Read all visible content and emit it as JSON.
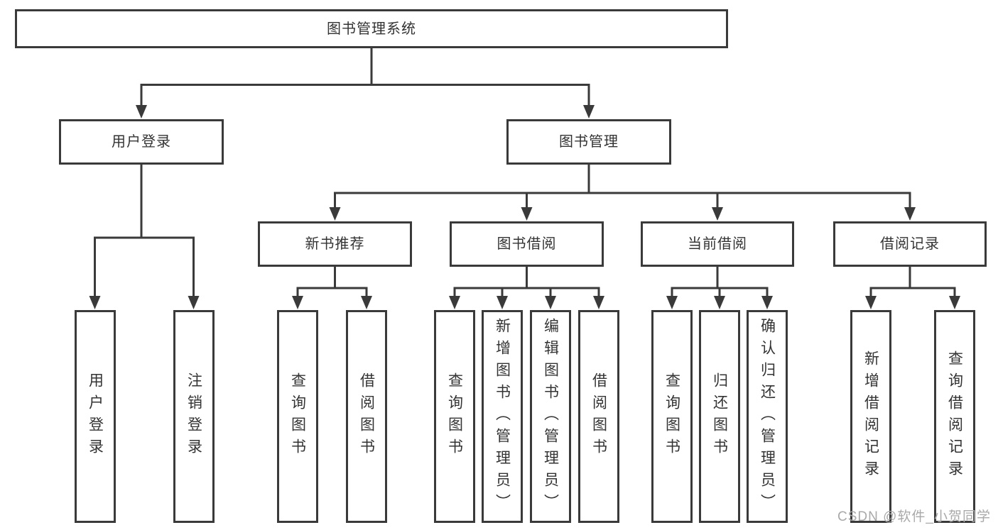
{
  "diagram": {
    "root": {
      "label": "图书管理系统"
    },
    "level2": [
      {
        "label": "用户登录"
      },
      {
        "label": "图书管理"
      }
    ],
    "level3": [
      {
        "label": "新书推荐",
        "parent": "图书管理"
      },
      {
        "label": "图书借阅",
        "parent": "图书管理"
      },
      {
        "label": "当前借阅",
        "parent": "图书管理"
      },
      {
        "label": "借阅记录",
        "parent": "图书管理"
      }
    ],
    "leaves": [
      {
        "label": "用户登录",
        "parent": "用户登录"
      },
      {
        "label": "注销登录",
        "parent": "用户登录"
      },
      {
        "label": "查询图书",
        "parent": "新书推荐"
      },
      {
        "label": "借阅图书",
        "parent": "新书推荐"
      },
      {
        "label": "查询图书",
        "parent": "图书借阅"
      },
      {
        "label": "新增图书（管理员）",
        "parent": "图书借阅"
      },
      {
        "label": "编辑图书（管理员）",
        "parent": "图书借阅"
      },
      {
        "label": "借阅图书",
        "parent": "图书借阅"
      },
      {
        "label": "查询图书",
        "parent": "当前借阅"
      },
      {
        "label": "归还图书",
        "parent": "当前借阅"
      },
      {
        "label": "确认归还（管理员）",
        "parent": "当前借阅"
      },
      {
        "label": "新增借阅记录",
        "parent": "借阅记录"
      },
      {
        "label": "查询借阅记录",
        "parent": "借阅记录"
      }
    ]
  },
  "watermark": {
    "text": "CSDN @软件_小贺同学"
  },
  "colors": {
    "line": "#3a3a3a",
    "text": "#333333",
    "watermark": "#a9a9a9",
    "background": "#ffffff"
  }
}
